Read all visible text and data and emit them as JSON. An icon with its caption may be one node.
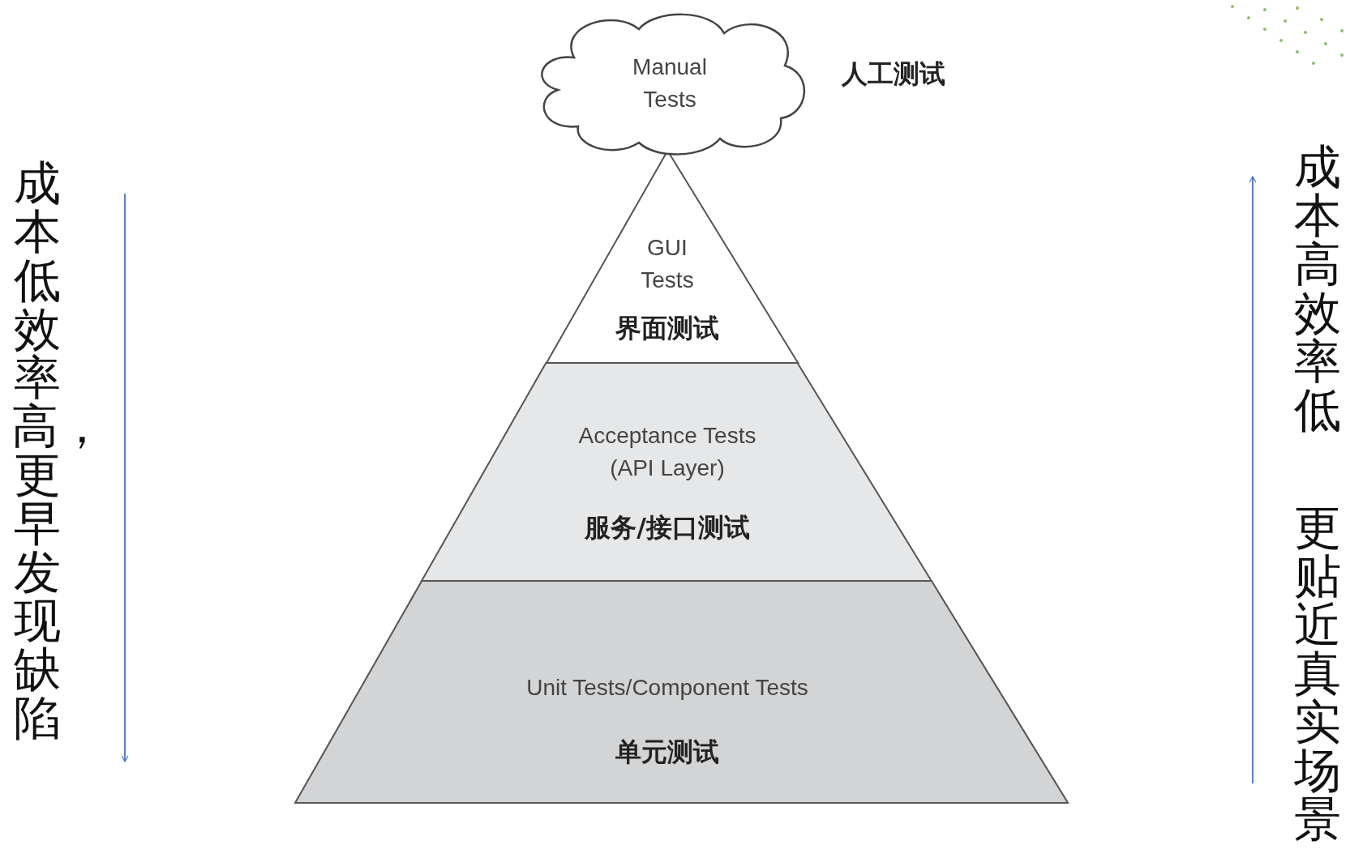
{
  "diagram": {
    "nodes": [
      {
        "text": [
          "Manual Tests"
        ],
        "beside": [
          "人工测试"
        ]
      },
      {
        "text": [
          "GUI Tests",
          "界面测试"
        ]
      },
      {
        "text": [
          "Acceptance Tests (API Layer)",
          "服务/接口测试"
        ]
      },
      {
        "text": [
          "Unit Tests/Component Tests",
          "单元测试"
        ]
      }
    ],
    "edges": [],
    "labels": [
      "成本低效率高，更早发现缺陷",
      "成本高效率低",
      "更贴近真实场景"
    ]
  }
}
